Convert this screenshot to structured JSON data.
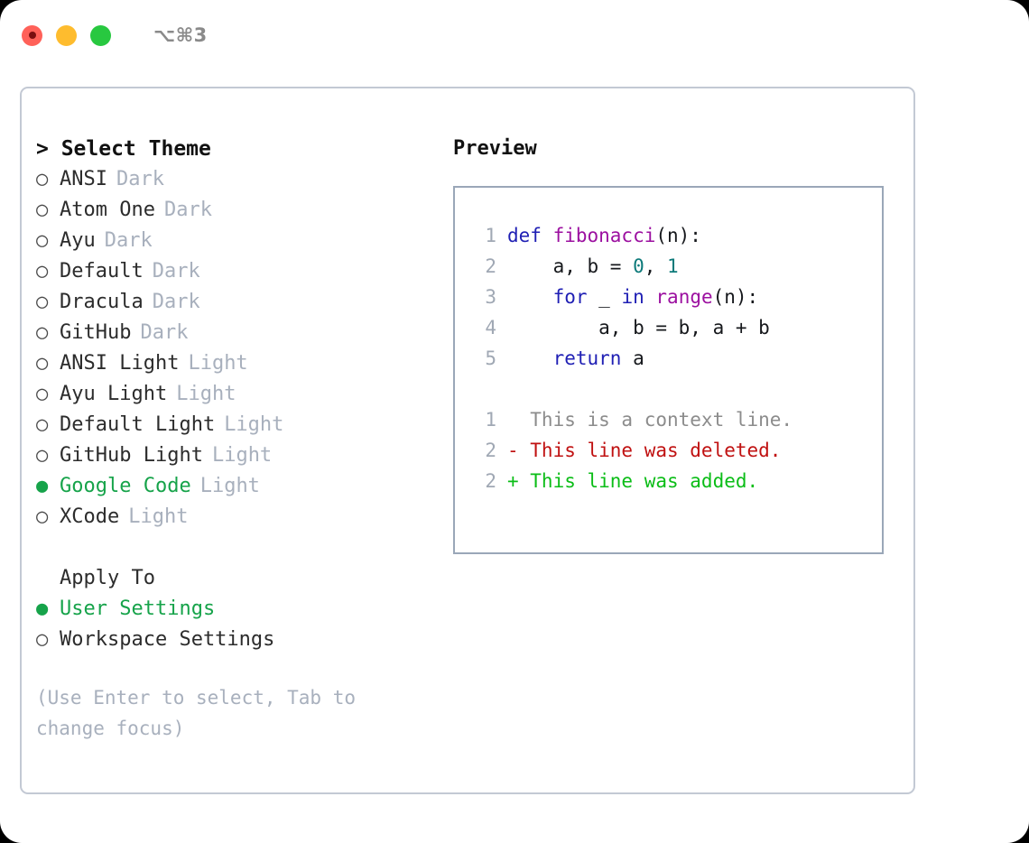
{
  "titlebar": {
    "shortcut": "⌥⌘3",
    "lights": [
      {
        "name": "close",
        "color": "#ff6159"
      },
      {
        "name": "minimize",
        "color": "#febc2e"
      },
      {
        "name": "zoom",
        "color": "#28c840"
      }
    ]
  },
  "colors": {
    "selected_green": "#16a34a",
    "muted_tag": "#a8b0bd",
    "panel_border": "#9aa7b8",
    "frame_border": "#c3c9d4",
    "keyword_blue": "#1f1fb4",
    "function_magenta": "#9c10a0",
    "number_teal": "#0d7a7a",
    "diff_deleted": "#c01111",
    "diff_added": "#0bbd17",
    "diff_context": "#8c8c8c"
  },
  "theme_picker": {
    "heading": "> Select Theme",
    "markers": {
      "unselected": "○",
      "selected": "●"
    },
    "options": [
      {
        "label": "ANSI",
        "tag": "Dark",
        "selected": false
      },
      {
        "label": "Atom One",
        "tag": "Dark",
        "selected": false
      },
      {
        "label": "Ayu",
        "tag": "Dark",
        "selected": false
      },
      {
        "label": "Default",
        "tag": "Dark",
        "selected": false
      },
      {
        "label": "Dracula",
        "tag": "Dark",
        "selected": false
      },
      {
        "label": "GitHub",
        "tag": "Dark",
        "selected": false
      },
      {
        "label": "ANSI Light",
        "tag": "Light",
        "selected": false
      },
      {
        "label": "Ayu Light",
        "tag": "Light",
        "selected": false
      },
      {
        "label": "Default Light",
        "tag": "Light",
        "selected": false
      },
      {
        "label": "GitHub Light",
        "tag": "Light",
        "selected": false
      },
      {
        "label": "Google Code",
        "tag": "Light",
        "selected": true
      },
      {
        "label": "XCode",
        "tag": "Light",
        "selected": false
      }
    ]
  },
  "apply_to": {
    "heading": "Apply To",
    "options": [
      {
        "label": "User Settings",
        "selected": true
      },
      {
        "label": "Workspace Settings",
        "selected": false
      }
    ]
  },
  "hint": "(Use Enter to select, Tab to change focus)",
  "preview": {
    "title": "Preview",
    "code_lines": [
      {
        "lineno": "1",
        "tokens": [
          {
            "text": "def ",
            "style": "kw"
          },
          {
            "text": "fibonacci",
            "style": "fn"
          },
          {
            "text": "(n):",
            "style": "plain"
          }
        ]
      },
      {
        "lineno": "2",
        "tokens": [
          {
            "text": "    a, b = ",
            "style": "plain"
          },
          {
            "text": "0",
            "style": "num"
          },
          {
            "text": ", ",
            "style": "plain"
          },
          {
            "text": "1",
            "style": "num"
          }
        ]
      },
      {
        "lineno": "3",
        "tokens": [
          {
            "text": "    ",
            "style": "plain"
          },
          {
            "text": "for",
            "style": "kw"
          },
          {
            "text": " _ ",
            "style": "plain"
          },
          {
            "text": "in",
            "style": "kw"
          },
          {
            "text": " ",
            "style": "plain"
          },
          {
            "text": "range",
            "style": "fn"
          },
          {
            "text": "(n):",
            "style": "plain"
          }
        ]
      },
      {
        "lineno": "4",
        "tokens": [
          {
            "text": "        a, b = b, a + b",
            "style": "plain"
          }
        ]
      },
      {
        "lineno": "5",
        "tokens": [
          {
            "text": "    ",
            "style": "plain"
          },
          {
            "text": "return",
            "style": "kw"
          },
          {
            "text": " a",
            "style": "plain"
          }
        ]
      }
    ],
    "diff_lines": [
      {
        "lineno": "1",
        "marker": " ",
        "text": "  This is a context line.",
        "style": "ctx"
      },
      {
        "lineno": "2",
        "marker": "-",
        "text": "- This line was deleted.",
        "style": "del"
      },
      {
        "lineno": "2",
        "marker": "+",
        "text": "+ This line was added.",
        "style": "add"
      }
    ]
  }
}
